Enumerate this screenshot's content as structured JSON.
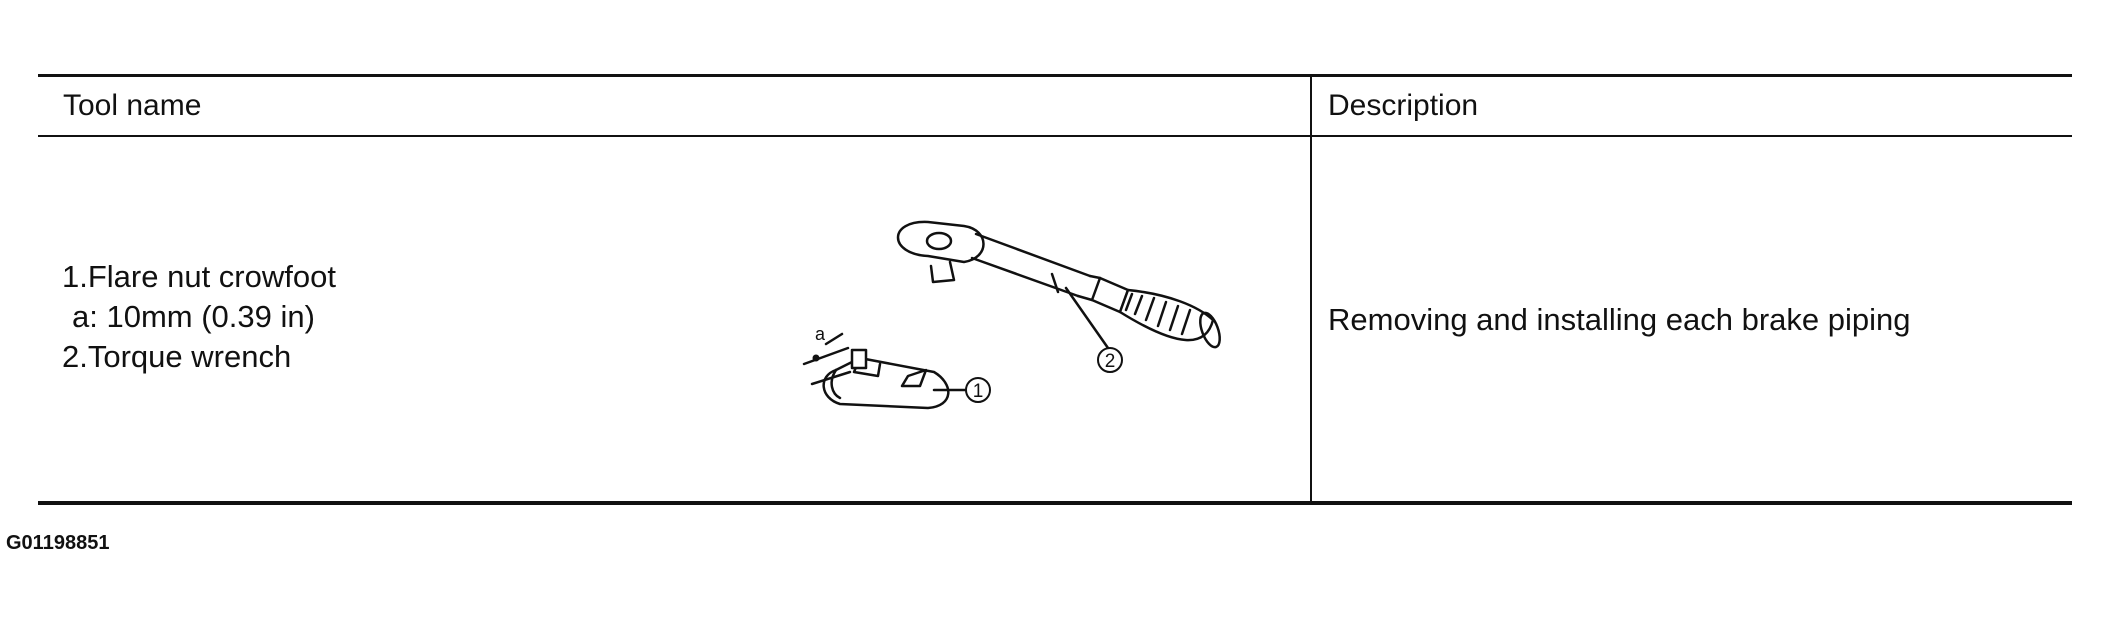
{
  "table": {
    "headers": {
      "tool_name": "Tool name",
      "description": "Description"
    },
    "row": {
      "tools": [
        "1.Flare nut crowfoot",
        "a: 10mm (0.39 in)",
        "2.Torque wrench"
      ],
      "illustration": {
        "callout_1": "1",
        "callout_2": "2",
        "dimension_label": "a"
      },
      "description": "Removing and installing each brake piping"
    }
  },
  "figure_code": "G01198851"
}
